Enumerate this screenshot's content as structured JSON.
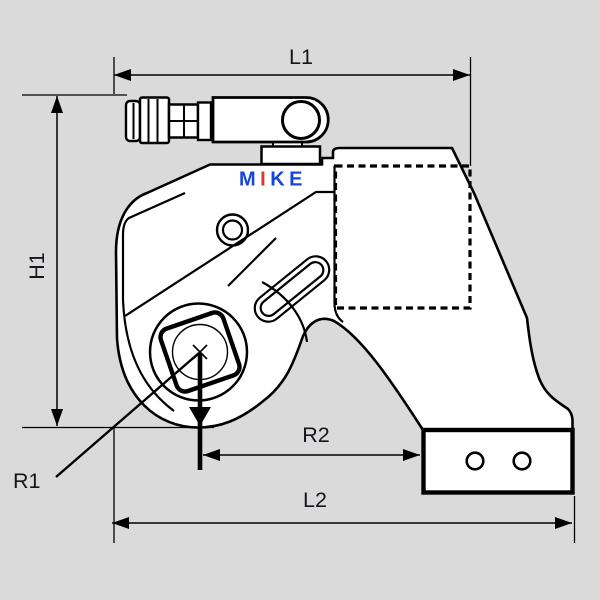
{
  "page": {
    "background": "#dadada"
  },
  "drawing": {
    "line_color": "#000000",
    "body_fill": "#ffffff",
    "label_color": "#14161c",
    "dimensions": {
      "l1": "L1",
      "h1": "H1",
      "r1": "R1",
      "r2": "R2",
      "l2": "L2"
    },
    "brand": {
      "part_m": "M",
      "part_i": "I",
      "part_ke": "KE",
      "blue": "#1545dd",
      "red": "#e5352b"
    }
  }
}
